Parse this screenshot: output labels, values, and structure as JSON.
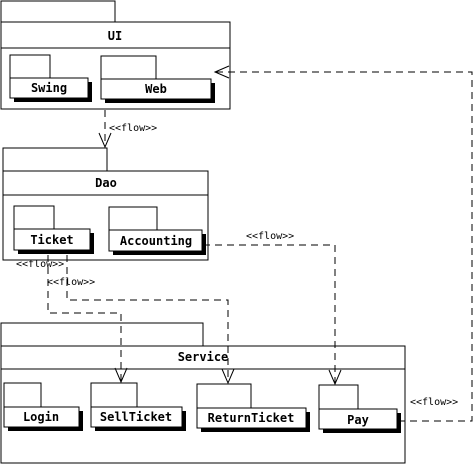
{
  "diagram": {
    "packages": {
      "ui": {
        "title": "UI",
        "children": {
          "swing": "Swing",
          "web": "Web"
        }
      },
      "dao": {
        "title": "Dao",
        "children": {
          "ticket": "Ticket",
          "accounting": "Accounting"
        }
      },
      "service": {
        "title": "Service",
        "children": {
          "login": "Login",
          "sellticket": "SellTicket",
          "returnticket": "ReturnTicket",
          "pay": "Pay"
        }
      }
    },
    "flow_label": "<<flow>>"
  }
}
